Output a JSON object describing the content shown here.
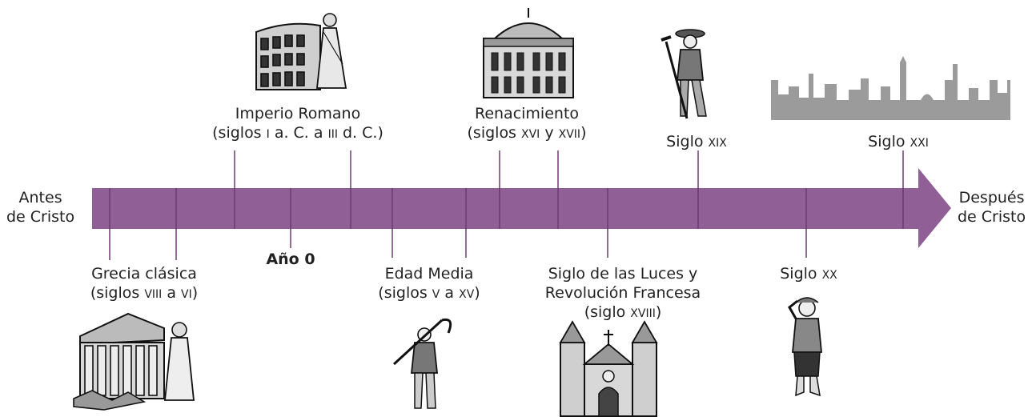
{
  "timeline": {
    "start_label": [
      "Antes",
      "de Cristo"
    ],
    "end_label": [
      "Después",
      "de Cristo"
    ],
    "bar_color": "#8f5f95",
    "tick_color": "#6a3d70"
  },
  "above": [
    {
      "id": "imperio-romano",
      "line1": "Imperio Romano",
      "line2_pre": "(siglos ",
      "r1": "I",
      "mid": " a. C. a ",
      "r2": "III",
      "post": " d. C.)"
    },
    {
      "id": "renacimiento",
      "line1": "Renacimiento",
      "line2_pre": "(siglos ",
      "r1": "XVI",
      "mid": " y ",
      "r2": "XVII",
      "post": ")"
    },
    {
      "id": "siglo-xix",
      "line1_pre": "Siglo ",
      "r1": "XIX"
    },
    {
      "id": "siglo-xxi",
      "line1_pre": "Siglo ",
      "r1": "XXI"
    }
  ],
  "below": [
    {
      "id": "grecia-clasica",
      "line1": "Grecia clásica",
      "line2_pre": "(siglos ",
      "r1": "VIII",
      "mid": " a ",
      "r2": "VI",
      "post": ")"
    },
    {
      "id": "ano-0",
      "line1": "Año 0"
    },
    {
      "id": "edad-media",
      "line1": "Edad Media",
      "line2_pre": "(siglos ",
      "r1": "V",
      "mid": " a ",
      "r2": "XV",
      "post": ")"
    },
    {
      "id": "siglo-luces",
      "line1": "Siglo de las Luces y",
      "line2": "Revolución Francesa",
      "line3_pre": "(siglo ",
      "r1": "XVIII",
      "post": ")"
    },
    {
      "id": "siglo-xx",
      "line1_pre": "Siglo ",
      "r1": "XX"
    }
  ],
  "illustrations": [
    "colosseum-with-roman-figure",
    "renaissance-building",
    "farmer-with-hoe",
    "city-skyline",
    "greek-temple-with-figure",
    "medieval-peasant-with-scythe",
    "gothic-cathedral",
    "boy-saluting"
  ]
}
